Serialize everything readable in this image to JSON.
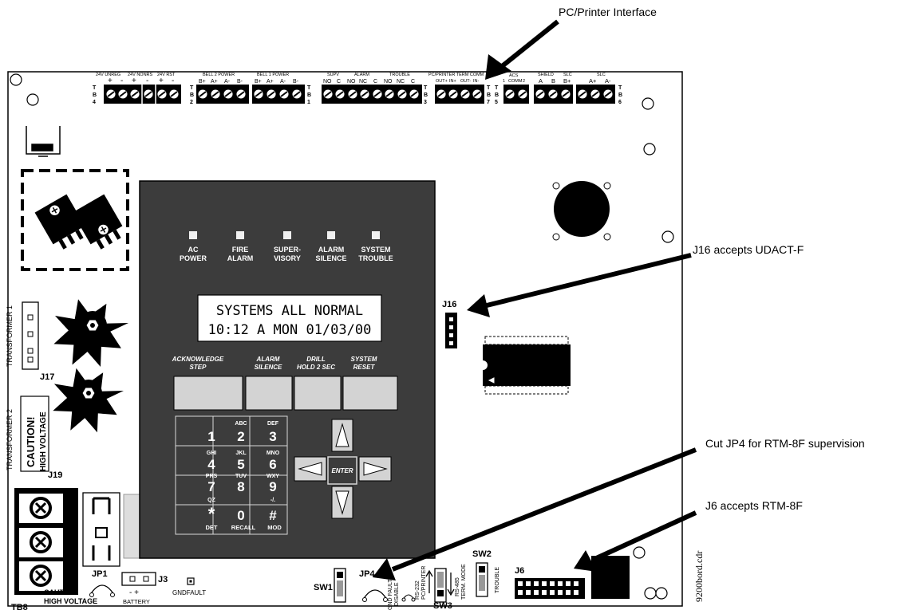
{
  "callouts": {
    "pc_printer": "PC/Printer Interface",
    "j16": "J16 accepts UDACT-F",
    "jp4": "Cut JP4 for RTM-8F supervision",
    "j6": "J6 accepts RTM-8F"
  },
  "terminal_blocks": {
    "tb4": {
      "letters": [
        "T",
        "B",
        "4"
      ],
      "labels": [
        "24V UNREG",
        "24V NONRS",
        "24V RST"
      ],
      "polarity": [
        "+",
        "-",
        "+",
        "-",
        "+",
        "-"
      ]
    },
    "tb2": {
      "letters": [
        "T",
        "B",
        "2"
      ],
      "label": "BELL 2 POWER",
      "pins": [
        "B+",
        "A+",
        "A-",
        "B-"
      ]
    },
    "tb1": {
      "letters": [
        "T",
        "B",
        "1"
      ],
      "label": "BELL 1 POWER",
      "pins": [
        "B+",
        "A+",
        "A-",
        "B-"
      ]
    },
    "tb3": {
      "letters": [
        "T",
        "B",
        "3"
      ],
      "labels": [
        "SUPV",
        "ALARM",
        "TROUBLE"
      ],
      "pins": [
        "NO",
        "C",
        "NO",
        "NC",
        "C",
        "NO",
        "NC",
        "C"
      ]
    },
    "tb7": {
      "letters": [
        "T",
        "B",
        "7"
      ],
      "label": "PC/PRINTER TERM COMM",
      "pins": [
        "OUT+",
        "IN+",
        "OUT-",
        "IN-"
      ]
    },
    "tb5": {
      "letters": [
        "T",
        "B",
        "5"
      ],
      "label": "ACS",
      "pins": [
        "1",
        "COMM",
        "2"
      ]
    },
    "tb6": {
      "letters": [
        "T",
        "B",
        "6"
      ],
      "labels": [
        "SHIELD",
        "SLC",
        "SLC"
      ],
      "pins": [
        "A",
        "B",
        "B+",
        "A+",
        "A-"
      ]
    }
  },
  "panel": {
    "leds": [
      {
        "line1": "AC",
        "line2": "POWER"
      },
      {
        "line1": "FIRE",
        "line2": "ALARM"
      },
      {
        "line1": "SUPER-",
        "line2": "VISORY"
      },
      {
        "line1": "ALARM",
        "line2": "SILENCE"
      },
      {
        "line1": "SYSTEM",
        "line2": "TROUBLE"
      }
    ],
    "lcd_line1": "SYSTEMS ALL NORMAL",
    "lcd_line2": "10:12 A MON 01/03/00",
    "function_keys": [
      {
        "line1": "ACKNOWLEDGE",
        "line2": "STEP"
      },
      {
        "line1": "ALARM",
        "line2": "SILENCE"
      },
      {
        "line1": "DRILL",
        "line2": "HOLD 2 SEC"
      },
      {
        "line1": "SYSTEM",
        "line2": "RESET"
      }
    ],
    "keypad": [
      {
        "sub": "",
        "main": "1"
      },
      {
        "sub": "ABC",
        "main": "2"
      },
      {
        "sub": "DEF",
        "main": "3"
      },
      {
        "sub": "GHI",
        "main": "4"
      },
      {
        "sub": "JKL",
        "main": "5"
      },
      {
        "sub": "MNO",
        "main": "6"
      },
      {
        "sub": "PRS",
        "main": "7"
      },
      {
        "sub": "TUV",
        "main": "8"
      },
      {
        "sub": "WXY",
        "main": "9"
      },
      {
        "sub": "QZ",
        "main": "*"
      },
      {
        "sub": "",
        "main": "0"
      },
      {
        "sub": "-/.",
        "main": "#"
      }
    ],
    "keypad_bottom": [
      "DET",
      "RECALL",
      "MOD"
    ],
    "enter_label": "ENTER"
  },
  "board": {
    "transformer1": "TRANSFORMER 1",
    "transformer2": "TRANSFORMER 2",
    "caution_line1": "CAUTION!",
    "caution_line2": "HIGH VOLTAGE",
    "j16": "J16",
    "j17": "J17",
    "j19": "J19",
    "tb8": "TB8",
    "jp1": "JP1",
    "j3": "J3",
    "battery_polarity": "-  +",
    "battery": "BATTERY",
    "gndfault": "GNDFAULT",
    "bottom_caution_line1": "CAUTION",
    "bottom_caution_line2": "HIGH VOLTAGE",
    "sw1": "SW1",
    "jp4": "JP4",
    "gnd_fault_line1": "GND FAULT",
    "gnd_fault_line2": "DISABLE",
    "rs232_line1": "RS-232",
    "rs232_line2": "PC/PRINTER",
    "rs485_line1": "RS-485",
    "rs485_line2": "TERM. MODE",
    "sw3": "SW3",
    "sw2": "SW2",
    "trouble": "TROUBLE",
    "j6": "J6",
    "filename": "9200bord.cdr"
  }
}
